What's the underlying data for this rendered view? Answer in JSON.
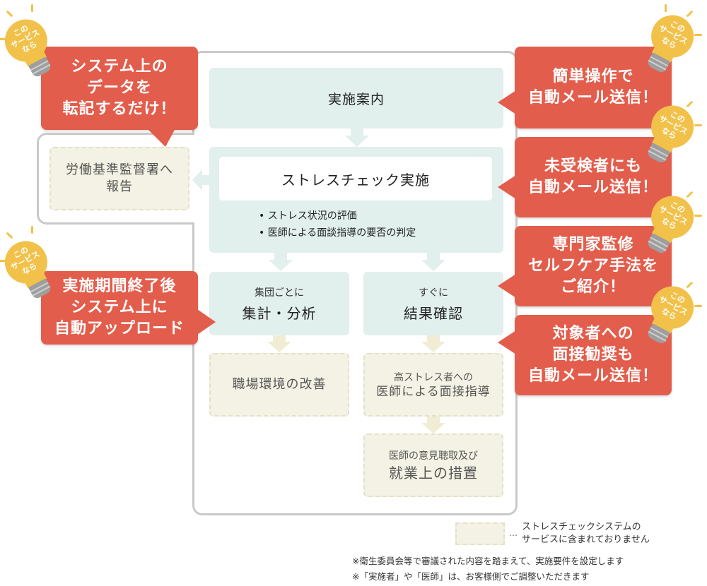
{
  "flow": {
    "step1": "実施案内",
    "step2_title": "ストレスチェック実施",
    "step2_bullets": [
      "ストレス状況の評価",
      "医師による面談指導の要否の判定"
    ],
    "report": [
      "労働基準監督署へ",
      "報告"
    ],
    "group_small": "集団ごとに",
    "group_big": "集計・分析",
    "result_small": "すぐに",
    "result_big": "結果確認",
    "improve": "職場環境の改善",
    "interview": [
      "高ストレス者への",
      "医師による面接指導"
    ],
    "measures_small": "医師の意見聴取及び",
    "measures_big": "就業上の措置"
  },
  "callouts": {
    "left1": [
      "システム上の",
      "データを",
      "転記するだけ！"
    ],
    "left2": [
      "実施期間終了後",
      "システム上に",
      "自動アップロード"
    ],
    "right1": [
      "簡単操作で",
      "自動メール送信！"
    ],
    "right2": [
      "未受検者にも",
      "自動メール送信！"
    ],
    "right3": [
      "専門家監修",
      "セルフケア手法を",
      "ご紹介！"
    ],
    "right4": [
      "対象者への",
      "面接勧奨も",
      "自動メール送信！"
    ]
  },
  "bulb": [
    "この",
    "サービス",
    "なら"
  ],
  "legend": {
    "dots": "…",
    "text": [
      "ストレスチェックシステムの",
      "サービスに含まれておりません"
    ]
  },
  "notes": [
    "※衛生委員会等で審議された内容を踏まえて、実施要件を設定します",
    "※「実施者」や「医師」は、お客様側でご調整いただきます"
  ],
  "colors": {
    "callout": "#e35d4c",
    "bulb": "#f2c14a",
    "flow_box": "#e1efed",
    "excluded_box": "#f4f2e4",
    "frame": "#c9c9c9"
  }
}
